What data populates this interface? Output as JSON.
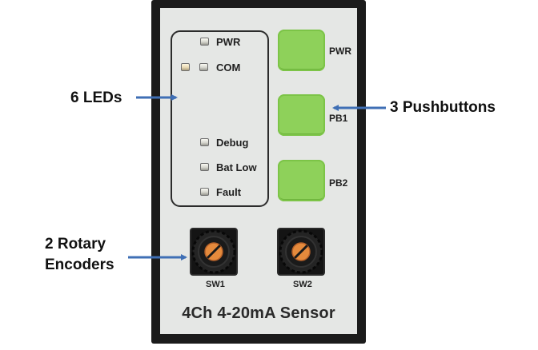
{
  "panel": {
    "title": "4Ch 4-20mA Sensor",
    "leds": [
      {
        "label": "PWR"
      },
      {
        "label": "COM"
      },
      {
        "label": "Debug"
      },
      {
        "label": "Bat Low"
      },
      {
        "label": "Fault"
      }
    ],
    "buttons": [
      {
        "label": "PWR"
      },
      {
        "label": "PB1"
      },
      {
        "label": "PB2"
      }
    ],
    "encoders": [
      {
        "label": "SW1"
      },
      {
        "label": "SW2"
      }
    ],
    "colors": {
      "button_green": "#8ed15a",
      "arrow_blue": "#3f6fb5",
      "case": "#1b1b1b",
      "faceplate": "#e5e7e5"
    }
  },
  "callouts": {
    "leds": "6 LEDs",
    "pushbuttons": "3 Pushbuttons",
    "encoders_line1": "2 Rotary",
    "encoders_line2": "Encoders"
  }
}
